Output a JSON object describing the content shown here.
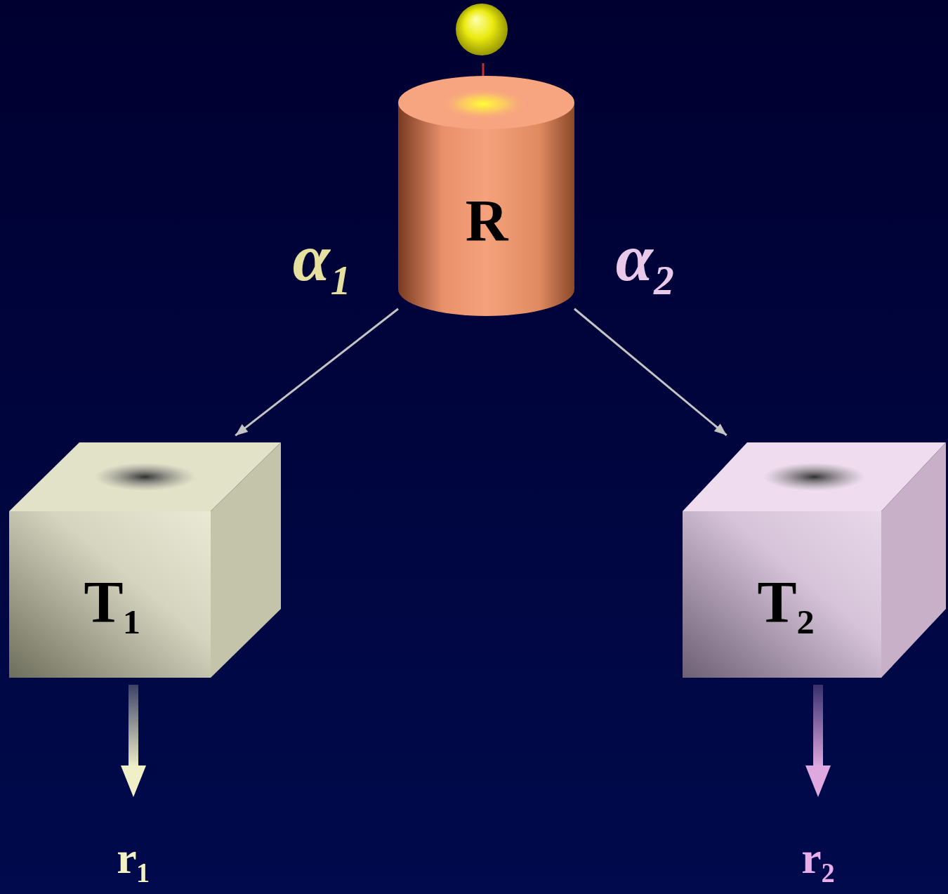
{
  "diagram": {
    "nodes": [
      {
        "text": [
          "R"
        ]
      },
      {
        "text": [
          "T₁"
        ]
      },
      {
        "text": [
          "T₂"
        ]
      }
    ],
    "edges": [
      {
        "from": 0,
        "to": 1,
        "arrow": "to",
        "label": "α₁"
      },
      {
        "from": 0,
        "to": 2,
        "arrow": "to",
        "label": "α₂"
      }
    ],
    "labels": [
      "r₁",
      "r₂"
    ]
  }
}
